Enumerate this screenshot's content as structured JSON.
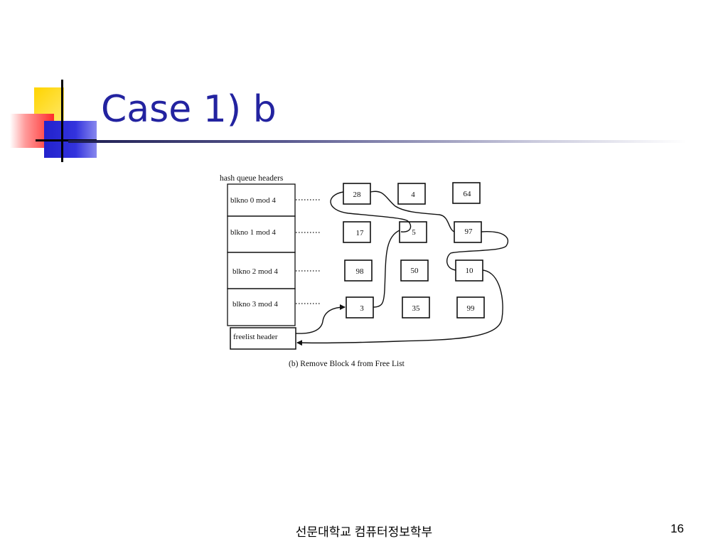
{
  "slide": {
    "title": "Case 1) b",
    "footer": "선문대학교 컴퓨터정보학부",
    "page_number": "16"
  },
  "diagram": {
    "header_label": "hash queue headers",
    "queues": [
      {
        "label": "blkno 0 mod 4"
      },
      {
        "label": "blkno 1 mod 4"
      },
      {
        "label": "blkno 2 mod 4"
      },
      {
        "label": "blkno 3 mod 4"
      }
    ],
    "freelist_label": "freelist header",
    "blocks": [
      {
        "value": "28"
      },
      {
        "value": "4"
      },
      {
        "value": "64"
      },
      {
        "value": "17"
      },
      {
        "value": "5"
      },
      {
        "value": "97"
      },
      {
        "value": "98"
      },
      {
        "value": "50"
      },
      {
        "value": "10"
      },
      {
        "value": "3"
      },
      {
        "value": "35"
      },
      {
        "value": "99"
      }
    ],
    "caption": "(b) Remove Block 4 from Free List"
  }
}
